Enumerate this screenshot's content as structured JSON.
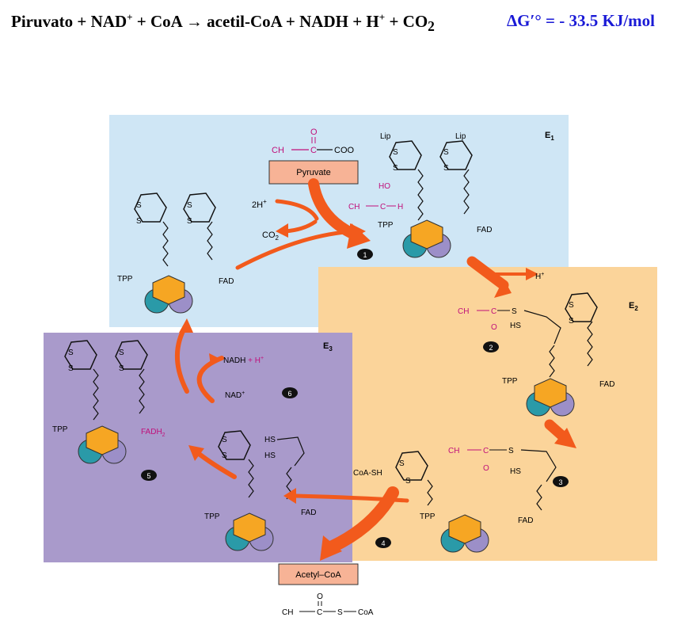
{
  "equation": {
    "reactants": "Piruvato + NAD",
    "sup1": "+",
    "mid1": " + CoA  →  acetil-CoA + NADH + H",
    "sup2": "+",
    "mid2": " + CO",
    "sub2": "2",
    "delta_g": "ΔG′° = - 33.5 KJ/mol"
  },
  "regions": {
    "e1": "E",
    "e2": "E",
    "e3": "E",
    "e1_sub": "1",
    "e2_sub": "2",
    "e3_sub": "3"
  },
  "labels": {
    "pyruvate": "Pyruvate",
    "acetyl_coa": "Acetyl–CoA",
    "two_h": "2H",
    "co2": "CO",
    "h_plus": "H",
    "nad": "NAD",
    "nadh": "NADH",
    "nadh_rest": " + H",
    "coash": "CoA-SH",
    "tpp": "TPP",
    "fad": "FAD",
    "fadh": "FADH",
    "lip": "Lip",
    "ho": "HO",
    "hs": "HS",
    "s": "S",
    "ch3": "CH",
    "coo": "COO",
    "c": "C",
    "o": "O",
    "h": "H",
    "coa": "CoA"
  },
  "steps": [
    "1",
    "2",
    "3",
    "4",
    "5"
  ],
  "colors": {
    "e1_bg": "#cfe6f5",
    "e2_bg": "#fbd49a",
    "e3_bg": "#a99acb",
    "arrow": "#f25a1c",
    "magenta": "#c0107a",
    "e1_sub": "#2a9aa8",
    "e2_sub": "#f6a623",
    "e3_sub": "#9c8fc8",
    "box": "#f7b396"
  }
}
